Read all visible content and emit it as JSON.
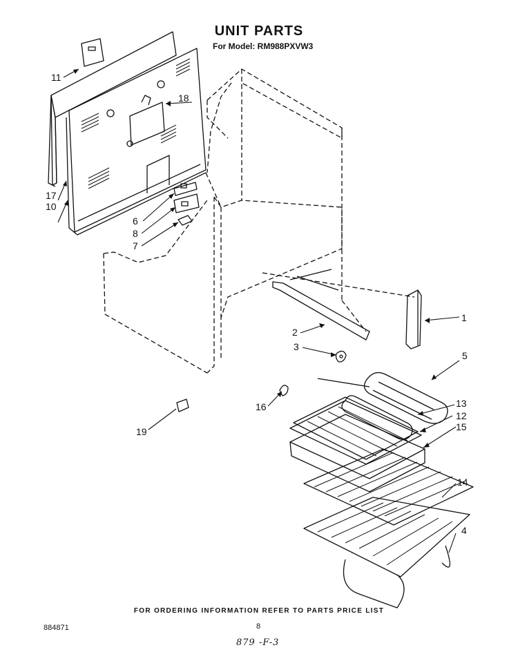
{
  "header": {
    "title": "UNIT PARTS",
    "subtitle": "For Model: RM988PXVW3"
  },
  "callouts": [
    {
      "id": "c11",
      "text": "11"
    },
    {
      "id": "c18",
      "text": "18"
    },
    {
      "id": "c17",
      "text": "17"
    },
    {
      "id": "c10",
      "text": "10"
    },
    {
      "id": "c6",
      "text": "6"
    },
    {
      "id": "c8",
      "text": "8"
    },
    {
      "id": "c7",
      "text": "7"
    },
    {
      "id": "c1",
      "text": "1"
    },
    {
      "id": "c2",
      "text": "2"
    },
    {
      "id": "c3",
      "text": "3"
    },
    {
      "id": "c5",
      "text": "5"
    },
    {
      "id": "c16",
      "text": "16"
    },
    {
      "id": "c13",
      "text": "13"
    },
    {
      "id": "c12",
      "text": "12"
    },
    {
      "id": "c15",
      "text": "15"
    },
    {
      "id": "c14",
      "text": "14"
    },
    {
      "id": "c19",
      "text": "19"
    },
    {
      "id": "c4",
      "text": "4"
    }
  ],
  "footer": {
    "ordering_note": "FOR ORDERING INFORMATION REFER TO PARTS PRICE LIST",
    "doc_number": "884871",
    "page_number": "8",
    "handwritten_note": "879 -F-3"
  }
}
